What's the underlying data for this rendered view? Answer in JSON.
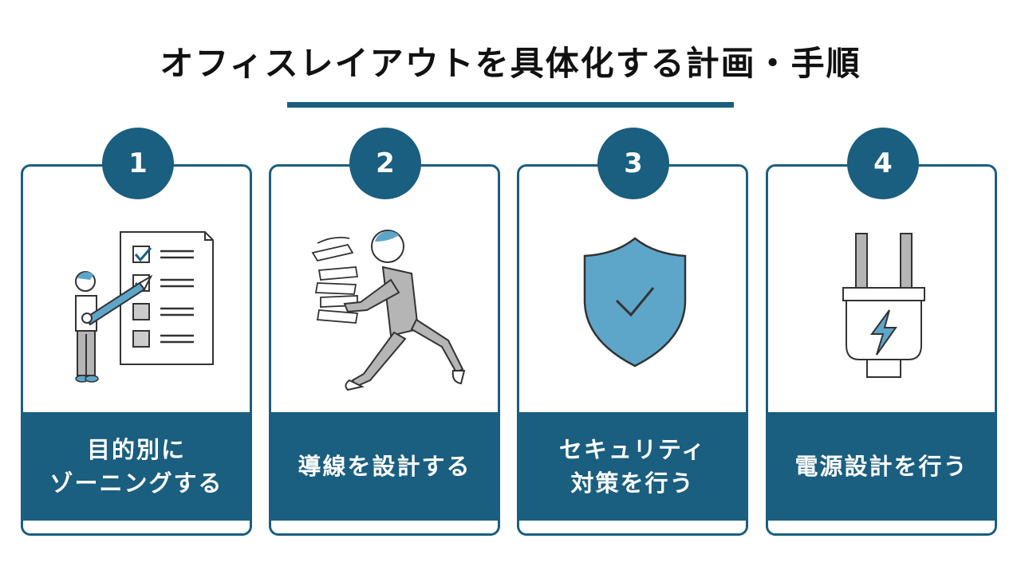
{
  "title": "オフィスレイアウトを具体化する計画・手順",
  "colors": {
    "accent": "#1a5e80",
    "icon_fill": "#5ea6c9",
    "line": "#333333",
    "gray": "#b5b5b5"
  },
  "steps": [
    {
      "number": "1",
      "label": "目的別に\nゾーニングする",
      "icon": "checklist-person-icon"
    },
    {
      "number": "2",
      "label": "導線を設計する",
      "icon": "running-person-papers-icon"
    },
    {
      "number": "3",
      "label": "セキュリティ\n対策を行う",
      "icon": "shield-check-icon"
    },
    {
      "number": "4",
      "label": "電源設計を行う",
      "icon": "power-plug-icon"
    }
  ]
}
